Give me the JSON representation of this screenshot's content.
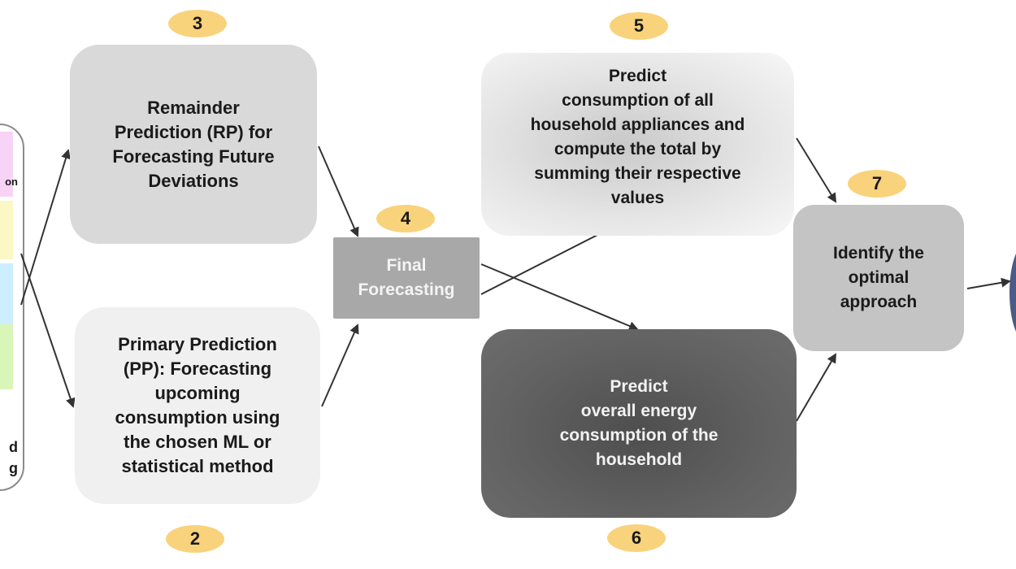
{
  "badges": {
    "b2": "2",
    "b3": "3",
    "b4": "4",
    "b5": "5",
    "b6": "6",
    "b7": "7"
  },
  "nodes": {
    "remainder_prediction": [
      "Remainder",
      "Prediction (RP) for",
      "Forecasting Future",
      "Deviations"
    ],
    "primary_prediction": [
      "Primary Prediction",
      "(PP): Forecasting",
      "upcoming",
      "consumption using",
      "the chosen ML or",
      "statistical method"
    ],
    "final_forecasting": [
      "Final",
      "Forecasting"
    ],
    "appliance_prediction": [
      "Predict",
      "consumption of all",
      "household appliances and",
      "compute the total by",
      "summing their respective",
      "values"
    ],
    "overall_prediction": [
      "Predict",
      "overall energy",
      "consumption of the",
      "household"
    ],
    "optimal_approach": [
      "Identify the",
      "optimal",
      "approach"
    ]
  },
  "left_panel": {
    "strip_colors": [
      "#f7d4f5",
      "#fbf8c4",
      "#cdeffd",
      "#d8f6b8"
    ],
    "fragments": [
      "on",
      "d",
      "g"
    ]
  },
  "colors": {
    "badge": "#f9d27c",
    "arrow": "#333333"
  }
}
